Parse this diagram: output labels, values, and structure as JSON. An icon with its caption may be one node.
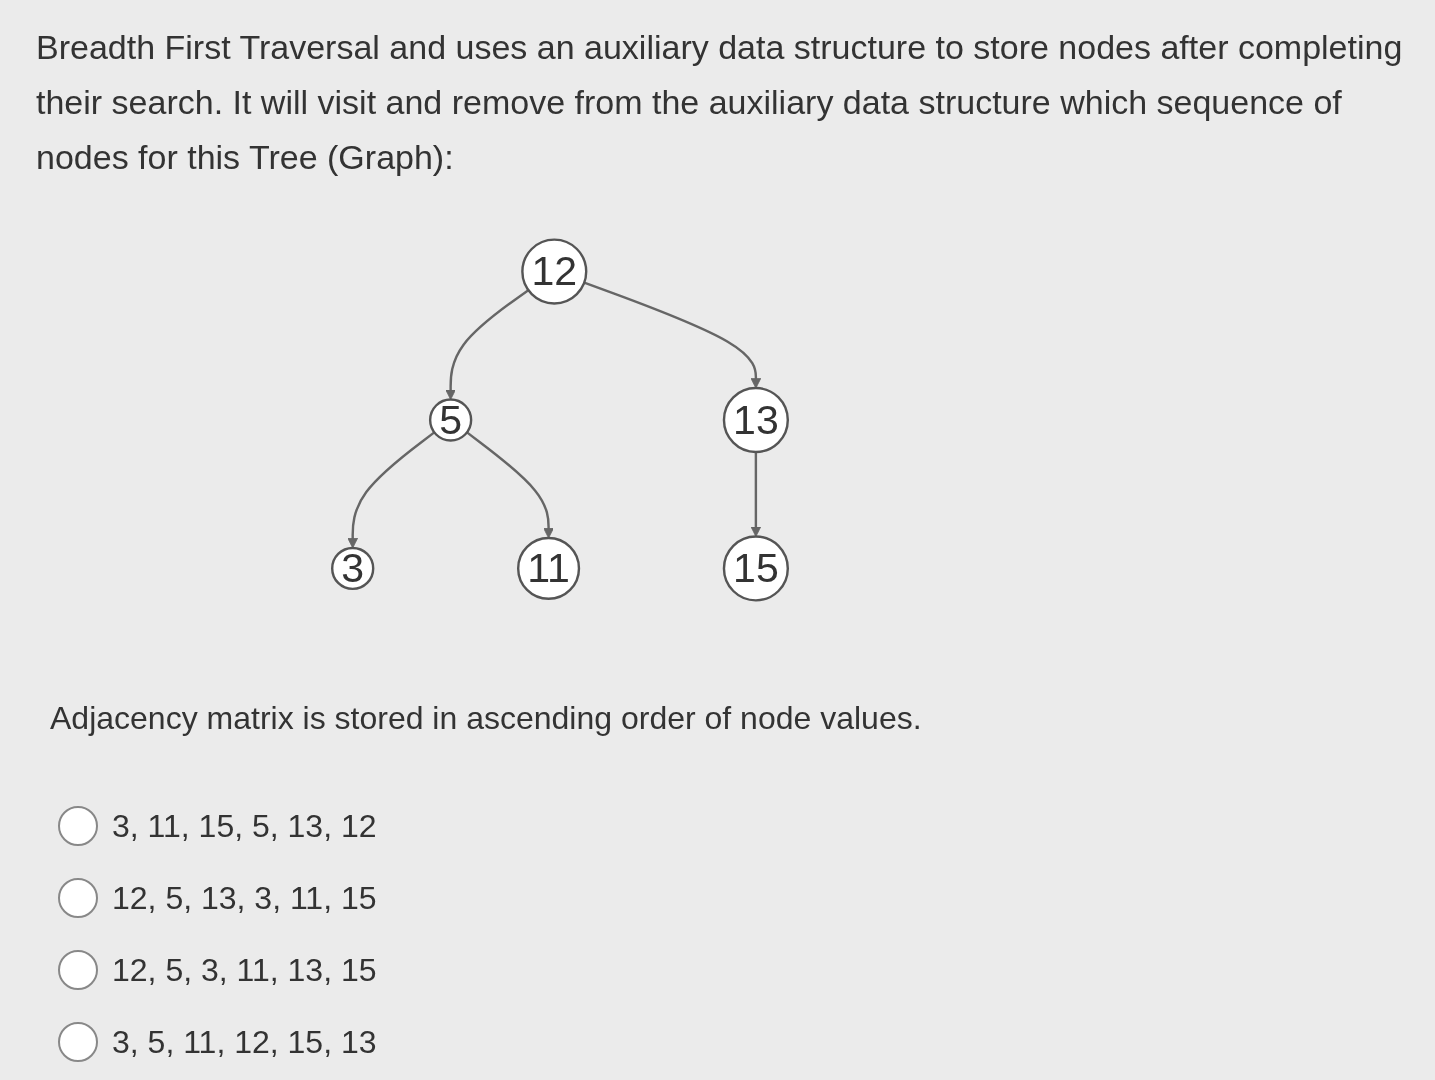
{
  "diagram": {
    "title": "Breadth First Traversal and uses an auxiliary data structure to store nodes after completing their search. It will visit and remove from the auxiliary data structure which sequence of nodes for this Tree (Graph):",
    "nodes": [
      {
        "text": [
          "12"
        ]
      },
      {
        "text": [
          "5"
        ]
      },
      {
        "text": [
          "13"
        ]
      },
      {
        "text": [
          "3"
        ]
      },
      {
        "text": [
          "11"
        ]
      },
      {
        "text": [
          "15"
        ]
      }
    ],
    "edges": [
      {
        "from": 0,
        "to": 1,
        "arrow": "to"
      },
      {
        "from": 0,
        "to": 2,
        "arrow": "to"
      },
      {
        "from": 1,
        "to": 3,
        "arrow": "to"
      },
      {
        "from": 1,
        "to": 4,
        "arrow": "to"
      },
      {
        "from": 2,
        "to": 5,
        "arrow": "to"
      }
    ],
    "labels": [
      "Adjacency matrix is stored in ascending order of node values.",
      "3, 11, 15, 5, 13, 12",
      "12, 5, 13, 3, 11, 15",
      "12, 5, 3, 11, 13, 15",
      "3, 5, 11, 12, 15, 13"
    ]
  }
}
